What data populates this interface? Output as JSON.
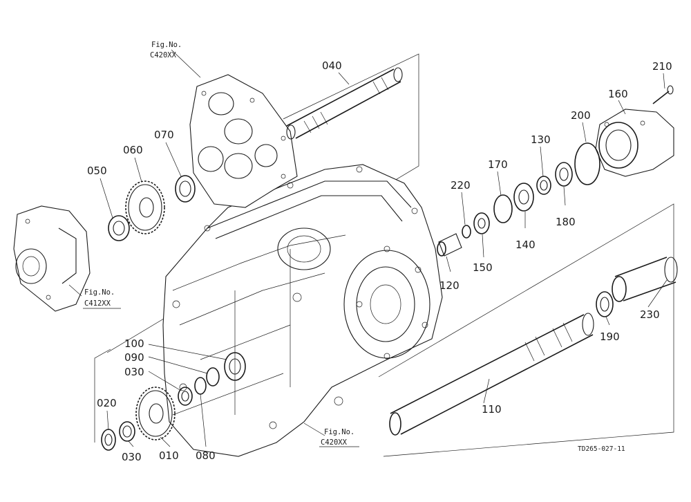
{
  "parts": [
    {
      "key": "p040",
      "label": "040"
    },
    {
      "key": "p210",
      "label": "210"
    },
    {
      "key": "p160",
      "label": "160"
    },
    {
      "key": "p200",
      "label": "200"
    },
    {
      "key": "p070",
      "label": "070"
    },
    {
      "key": "p060",
      "label": "060"
    },
    {
      "key": "p050",
      "label": "050"
    },
    {
      "key": "p130",
      "label": "130"
    },
    {
      "key": "p170",
      "label": "170"
    },
    {
      "key": "p220",
      "label": "220"
    },
    {
      "key": "p180",
      "label": "180"
    },
    {
      "key": "p140",
      "label": "140"
    },
    {
      "key": "p150",
      "label": "150"
    },
    {
      "key": "p120",
      "label": "120"
    },
    {
      "key": "p230",
      "label": "230"
    },
    {
      "key": "p190",
      "label": "190"
    },
    {
      "key": "p100",
      "label": "100"
    },
    {
      "key": "p090",
      "label": "090"
    },
    {
      "key": "p030a",
      "label": "030"
    },
    {
      "key": "p020",
      "label": "020"
    },
    {
      "key": "p030b",
      "label": "030"
    },
    {
      "key": "p010",
      "label": "010"
    },
    {
      "key": "p080",
      "label": "080"
    },
    {
      "key": "p110",
      "label": "110"
    }
  ],
  "figure_refs": [
    {
      "key": "ref1",
      "line1": "Fig.No.",
      "line2": "C420XX"
    },
    {
      "key": "ref2",
      "line1": "Fig.No.",
      "line2": "C412XX"
    },
    {
      "key": "ref3",
      "line1": "Fig.No.",
      "line2": "C420XX"
    }
  ],
  "drawing_code": "TD265-027-11"
}
